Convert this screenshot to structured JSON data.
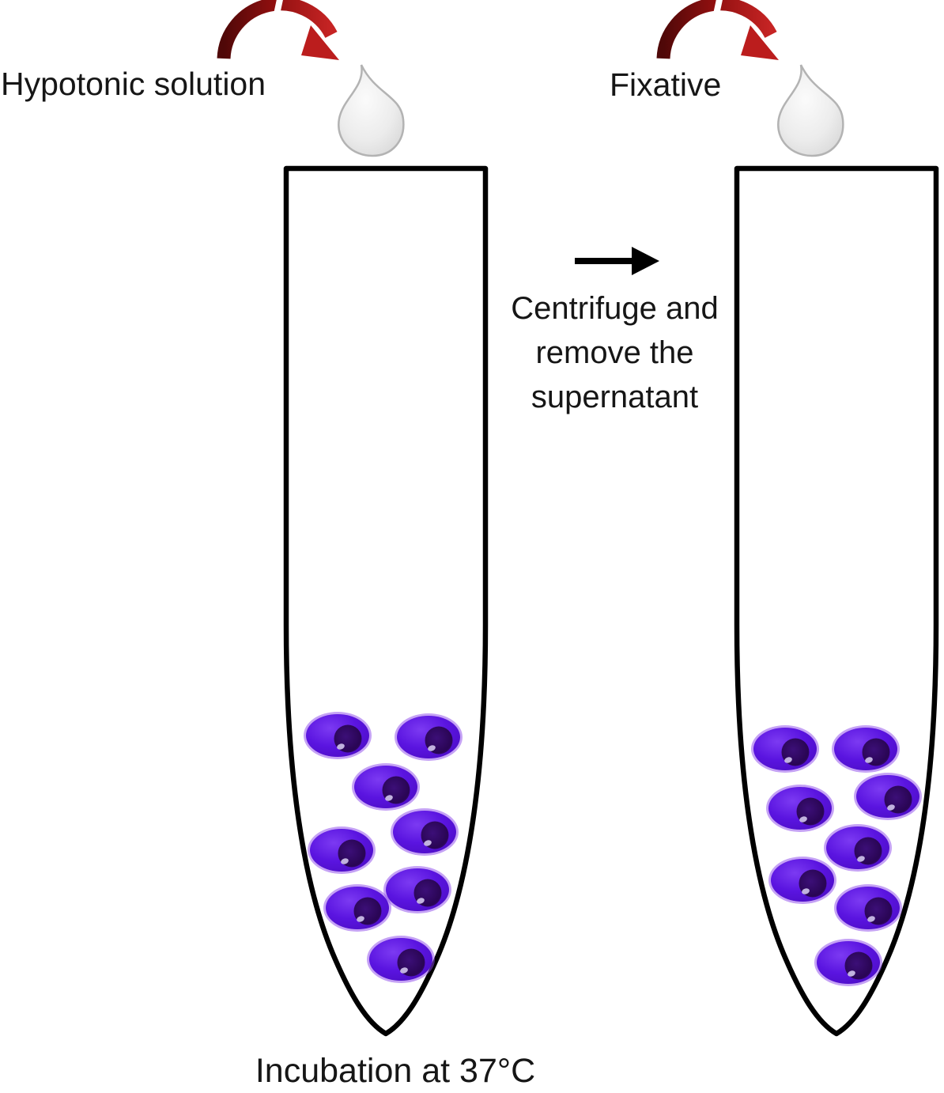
{
  "labels": {
    "hypotonic": "Hypotonic solution",
    "fixative": "Fixative",
    "centrifuge_line1": "Centrifuge and",
    "centrifuge_line2": "remove the",
    "centrifuge_line3": "supernatant",
    "incubation": "Incubation at 37°C"
  },
  "colors": {
    "cell_purple": "#5a14e0",
    "nucleus_purple": "#2a0555",
    "arrow_red": "#bb1d1d",
    "arrow_red_dark": "#5f0b0b",
    "droplet_gray": "#e9e9e9",
    "tube_outline": "#000000",
    "step_arrow_black": "#000000",
    "text": "#161616"
  },
  "tubes": {
    "left": {
      "name": "hypotonic-tube",
      "cell_count": 8,
      "cells": [
        [
          427,
          930
        ],
        [
          542,
          932
        ],
        [
          488,
          995
        ],
        [
          537,
          1052
        ],
        [
          432,
          1075
        ],
        [
          528,
          1125
        ],
        [
          452,
          1148
        ],
        [
          507,
          1213
        ]
      ]
    },
    "right": {
      "name": "fixative-tube",
      "cell_count": 8,
      "cells": [
        [
          993,
          947
        ],
        [
          1095,
          947
        ],
        [
          1012,
          1022
        ],
        [
          1123,
          1007
        ],
        [
          1085,
          1072
        ],
        [
          1015,
          1113
        ],
        [
          1098,
          1148
        ],
        [
          1073,
          1217
        ]
      ]
    }
  }
}
